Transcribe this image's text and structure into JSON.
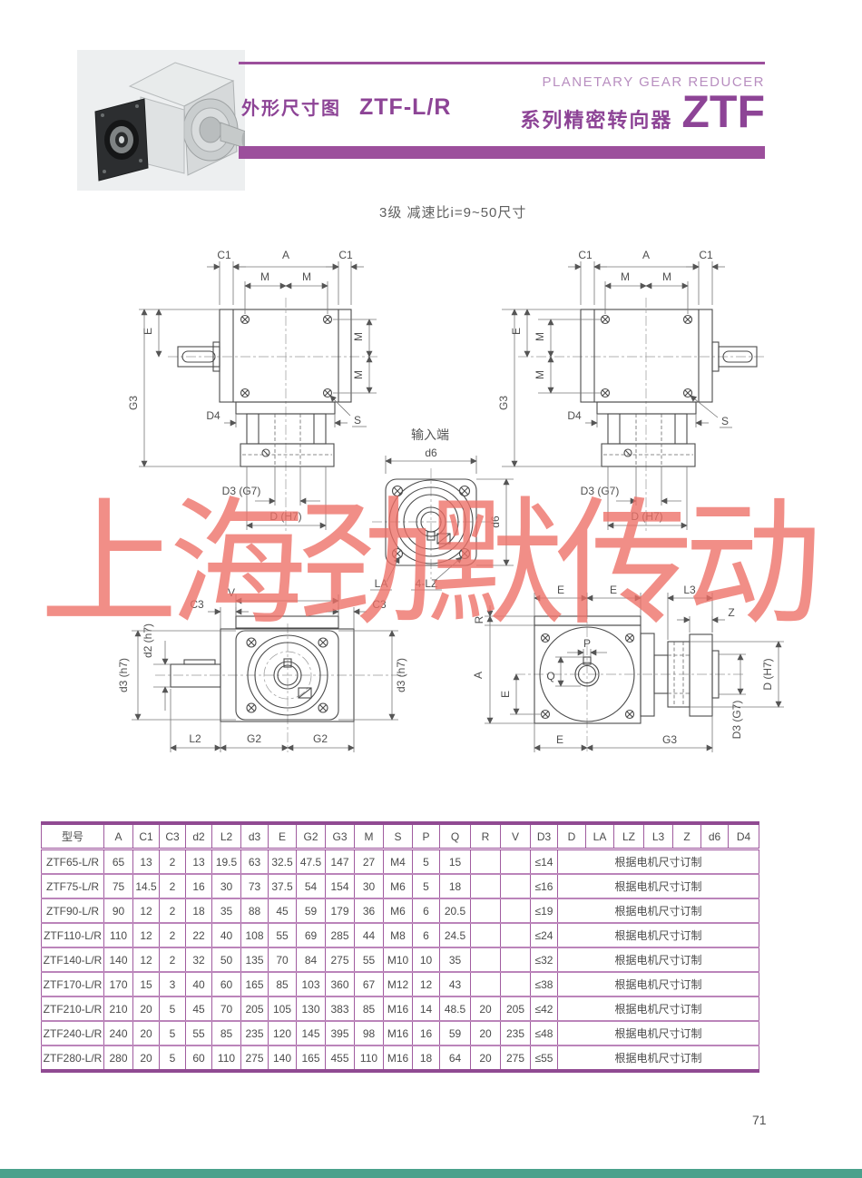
{
  "header": {
    "left_title_cn": "外形尺寸图",
    "left_title_model": "ZTF-L/R",
    "right_subtitle_en": "PLANETARY GEAR REDUCER",
    "right_title_cn": "系列精密转向器",
    "right_title_model": "ZTF"
  },
  "subtitle": "3级 减速比i=9~50尺寸",
  "watermark": "上海劲默传动",
  "colors": {
    "accent_purple": "#9c4f9c",
    "watermark_red": "#ee6f66",
    "footer_green": "#4aa18c"
  },
  "diagram_labels": {
    "c1": "C1",
    "a": "A",
    "m": "M",
    "e": "E",
    "g3": "G3",
    "d4": "D4",
    "s": "S",
    "d3_g7": "D3 (G7)",
    "d_h7": "D (H7)",
    "input_end": "输入端",
    "d6": "d6",
    "la": "LA",
    "four_lz": "4-LZ",
    "c3": "C3",
    "v": "V",
    "d2_h7": "d2 (h7)",
    "d3_h7": "d3 (h7)",
    "l2": "L2",
    "g2": "G2",
    "l3": "L3",
    "z": "Z",
    "r": "R",
    "q": "Q",
    "p": "P"
  },
  "table": {
    "columns": [
      "型号",
      "A",
      "C1",
      "C3",
      "d2",
      "L2",
      "d3",
      "E",
      "G2",
      "G3",
      "M",
      "S",
      "P",
      "Q",
      "R",
      "V",
      "D3",
      "D",
      "LA",
      "LZ",
      "L3",
      "Z",
      "d6",
      "D4"
    ],
    "merged_note": "根据电机尺寸订制",
    "rows": [
      {
        "model": "ZTF65-L/R",
        "values": [
          "65",
          "13",
          "2",
          "13",
          "19.5",
          "63",
          "32.5",
          "47.5",
          "147",
          "27",
          "M4",
          "5",
          "15",
          "",
          "",
          "≤14"
        ]
      },
      {
        "model": "ZTF75-L/R",
        "values": [
          "75",
          "14.5",
          "2",
          "16",
          "30",
          "73",
          "37.5",
          "54",
          "154",
          "30",
          "M6",
          "5",
          "18",
          "",
          "",
          "≤16"
        ]
      },
      {
        "model": "ZTF90-L/R",
        "values": [
          "90",
          "12",
          "2",
          "18",
          "35",
          "88",
          "45",
          "59",
          "179",
          "36",
          "M6",
          "6",
          "20.5",
          "",
          "",
          "≤19"
        ]
      },
      {
        "model": "ZTF110-L/R",
        "values": [
          "110",
          "12",
          "2",
          "22",
          "40",
          "108",
          "55",
          "69",
          "285",
          "44",
          "M8",
          "6",
          "24.5",
          "",
          "",
          "≤24"
        ]
      },
      {
        "model": "ZTF140-L/R",
        "values": [
          "140",
          "12",
          "2",
          "32",
          "50",
          "135",
          "70",
          "84",
          "275",
          "55",
          "M10",
          "10",
          "35",
          "",
          "",
          "≤32"
        ]
      },
      {
        "model": "ZTF170-L/R",
        "values": [
          "170",
          "15",
          "3",
          "40",
          "60",
          "165",
          "85",
          "103",
          "360",
          "67",
          "M12",
          "12",
          "43",
          "",
          "",
          "≤38"
        ]
      },
      {
        "model": "ZTF210-L/R",
        "values": [
          "210",
          "20",
          "5",
          "45",
          "70",
          "205",
          "105",
          "130",
          "383",
          "85",
          "M16",
          "14",
          "48.5",
          "20",
          "205",
          "≤42"
        ]
      },
      {
        "model": "ZTF240-L/R",
        "values": [
          "240",
          "20",
          "5",
          "55",
          "85",
          "235",
          "120",
          "145",
          "395",
          "98",
          "M16",
          "16",
          "59",
          "20",
          "235",
          "≤48"
        ]
      },
      {
        "model": "ZTF280-L/R",
        "values": [
          "280",
          "20",
          "5",
          "60",
          "110",
          "275",
          "140",
          "165",
          "455",
          "110",
          "M16",
          "18",
          "64",
          "20",
          "275",
          "≤55"
        ]
      }
    ]
  },
  "page_number": "71"
}
